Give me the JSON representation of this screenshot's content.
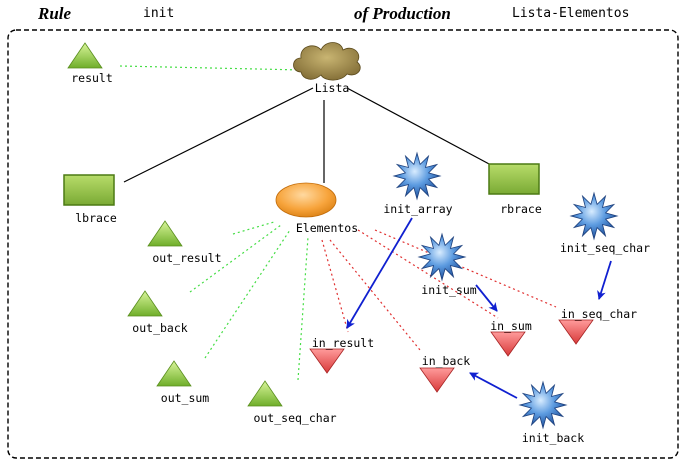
{
  "header": {
    "rule_label": "Rule",
    "rule_name": "init",
    "production_label": "of Production",
    "production_name": "Lista-Elementos"
  },
  "colors": {
    "triangle_green": "#9fd04a",
    "triangle_red": "#e85a5a",
    "rect_green": "#8fbf45",
    "star_blue": "#4a86cf",
    "ellipse_orange": "#f5a23a",
    "cloud_brown": "#9a8446",
    "link_black": "#000000",
    "link_green_dotted": "#44dd44",
    "link_red_dotted": "#e03030",
    "arrow_blue": "#1020d0"
  },
  "nodes": [
    {
      "id": "result",
      "label": "result",
      "shape": "triangle-up",
      "icon": "green-triangle-icon"
    },
    {
      "id": "lista",
      "label": "Lista",
      "shape": "cloud",
      "icon": "cloud-icon"
    },
    {
      "id": "lbrace",
      "label": "lbrace",
      "shape": "rectangle",
      "icon": "green-rectangle-icon"
    },
    {
      "id": "elementos",
      "label": "Elementos",
      "shape": "ellipse",
      "icon": "orange-ellipse-icon"
    },
    {
      "id": "init_array",
      "label": "init_array",
      "shape": "star",
      "icon": "blue-star-icon"
    },
    {
      "id": "rbrace",
      "label": "rbrace",
      "shape": "rectangle",
      "icon": "green-rectangle-icon"
    },
    {
      "id": "init_seq_char",
      "label": "init_seq_char",
      "shape": "star",
      "icon": "blue-star-icon"
    },
    {
      "id": "out_result",
      "label": "out_result",
      "shape": "triangle-up",
      "icon": "green-triangle-icon"
    },
    {
      "id": "init_sum",
      "label": "init_sum",
      "shape": "star",
      "icon": "blue-star-icon"
    },
    {
      "id": "out_back",
      "label": "out_back",
      "shape": "triangle-up",
      "icon": "green-triangle-icon"
    },
    {
      "id": "in_sum",
      "label": "in_sum",
      "shape": "triangle-down",
      "icon": "red-triangle-icon"
    },
    {
      "id": "in_seq_char",
      "label": "in_seq_char",
      "shape": "triangle-down",
      "icon": "red-triangle-icon"
    },
    {
      "id": "in_result",
      "label": "in_result",
      "shape": "triangle-down",
      "icon": "red-triangle-icon"
    },
    {
      "id": "in_back",
      "label": "in_back",
      "shape": "triangle-down",
      "icon": "red-triangle-icon"
    },
    {
      "id": "out_sum",
      "label": "out_sum",
      "shape": "triangle-up",
      "icon": "green-triangle-icon"
    },
    {
      "id": "out_seq_char",
      "label": "out_seq_char",
      "shape": "triangle-up",
      "icon": "green-triangle-icon"
    },
    {
      "id": "init_back",
      "label": "init_back",
      "shape": "star",
      "icon": "blue-star-icon"
    }
  ],
  "edges": [
    {
      "from": "lista",
      "to": "lbrace",
      "style": "solid"
    },
    {
      "from": "lista",
      "to": "elementos",
      "style": "solid"
    },
    {
      "from": "lista",
      "to": "rbrace",
      "style": "solid"
    },
    {
      "from": "lista",
      "to": "result",
      "style": "green-dotted"
    },
    {
      "from": "elementos",
      "to": "out_result",
      "style": "green-dotted"
    },
    {
      "from": "elementos",
      "to": "out_back",
      "style": "green-dotted"
    },
    {
      "from": "elementos",
      "to": "out_sum",
      "style": "green-dotted"
    },
    {
      "from": "elementos",
      "to": "out_seq_char",
      "style": "green-dotted"
    },
    {
      "from": "elementos",
      "to": "in_result",
      "style": "red-dotted"
    },
    {
      "from": "elementos",
      "to": "in_back",
      "style": "red-dotted"
    },
    {
      "from": "elementos",
      "to": "in_sum",
      "style": "red-dotted"
    },
    {
      "from": "elementos",
      "to": "in_seq_char",
      "style": "red-dotted"
    },
    {
      "from": "init_array",
      "to": "in_result",
      "style": "blue-arrow"
    },
    {
      "from": "init_sum",
      "to": "in_sum",
      "style": "blue-arrow"
    },
    {
      "from": "init_seq_char",
      "to": "in_seq_char",
      "style": "blue-arrow"
    },
    {
      "from": "init_back",
      "to": "in_back",
      "style": "blue-arrow"
    }
  ]
}
